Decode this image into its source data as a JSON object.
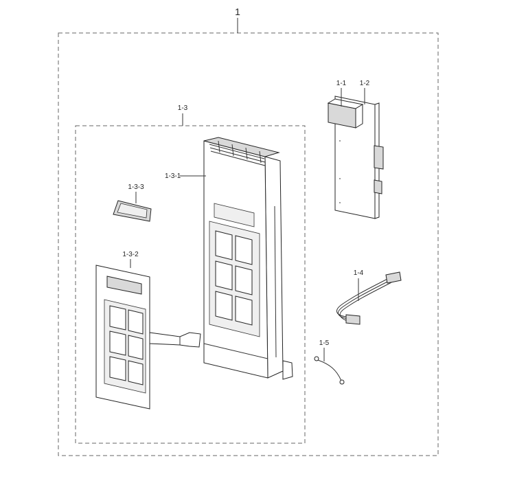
{
  "labels": {
    "assembly": "1",
    "pcb_holder": "1-1",
    "pcb": "1-2",
    "panel_assy": "1-3",
    "panel_front": "1-3-1",
    "membrane": "1-3-2",
    "window": "1-3-3",
    "wire_harness": "1-4",
    "ground_wire": "1-5"
  },
  "colors": {
    "line": "#222222",
    "dash": "#666666",
    "shade": "#d9d9d9"
  }
}
